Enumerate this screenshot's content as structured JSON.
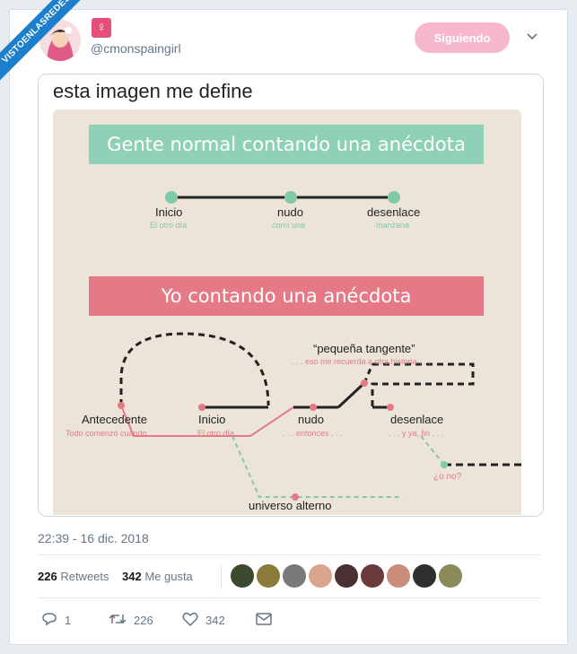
{
  "watermark": "VISTOENLASREDES",
  "tweet": {
    "emoji": "♀",
    "handle": "@cmonspaingirl",
    "follow_label": "Siguiendo",
    "text": "esta imagen me define",
    "timestamp": "22:39 - 16 dic. 2018"
  },
  "infographic": {
    "banner1": "Gente normal contando una anécdota",
    "banner2": "Yo contando una anécdota",
    "normal_points": [
      {
        "label": "Inicio",
        "sub": "El otro día"
      },
      {
        "label": "nudo",
        "sub": "comí una"
      },
      {
        "label": "desenlace",
        "sub": "manzana"
      }
    ],
    "me_points": {
      "antecedente": {
        "label": "Antecedente",
        "sub": "Todo comenzó cuando . . ."
      },
      "inicio": {
        "label": "Inicio",
        "sub": ". . . El otro día"
      },
      "nudo": {
        "label": "nudo",
        "sub": ". . . entonces . . ."
      },
      "desenlace": {
        "label": "desenlace",
        "sub": ". . . y ya, fin . . ."
      },
      "tangente": {
        "label": "“pequeña tangente”",
        "sub": ". . . eso me recuerda a otra historia . . ."
      },
      "universo": {
        "label": "universo alterno"
      },
      "ono": {
        "label": "¿o no?"
      }
    },
    "colors": {
      "green": "#8fd1b7",
      "pink": "#e57a86",
      "dark_green": "#2f7d5d",
      "beige": "#ece4d8"
    }
  },
  "stats": {
    "retweets_count": "226",
    "retweets_label": "Retweets",
    "likes_count": "342",
    "likes_label": "Me gusta"
  },
  "actions": {
    "reply_count": "1",
    "retweet_count": "226",
    "like_count": "342"
  }
}
